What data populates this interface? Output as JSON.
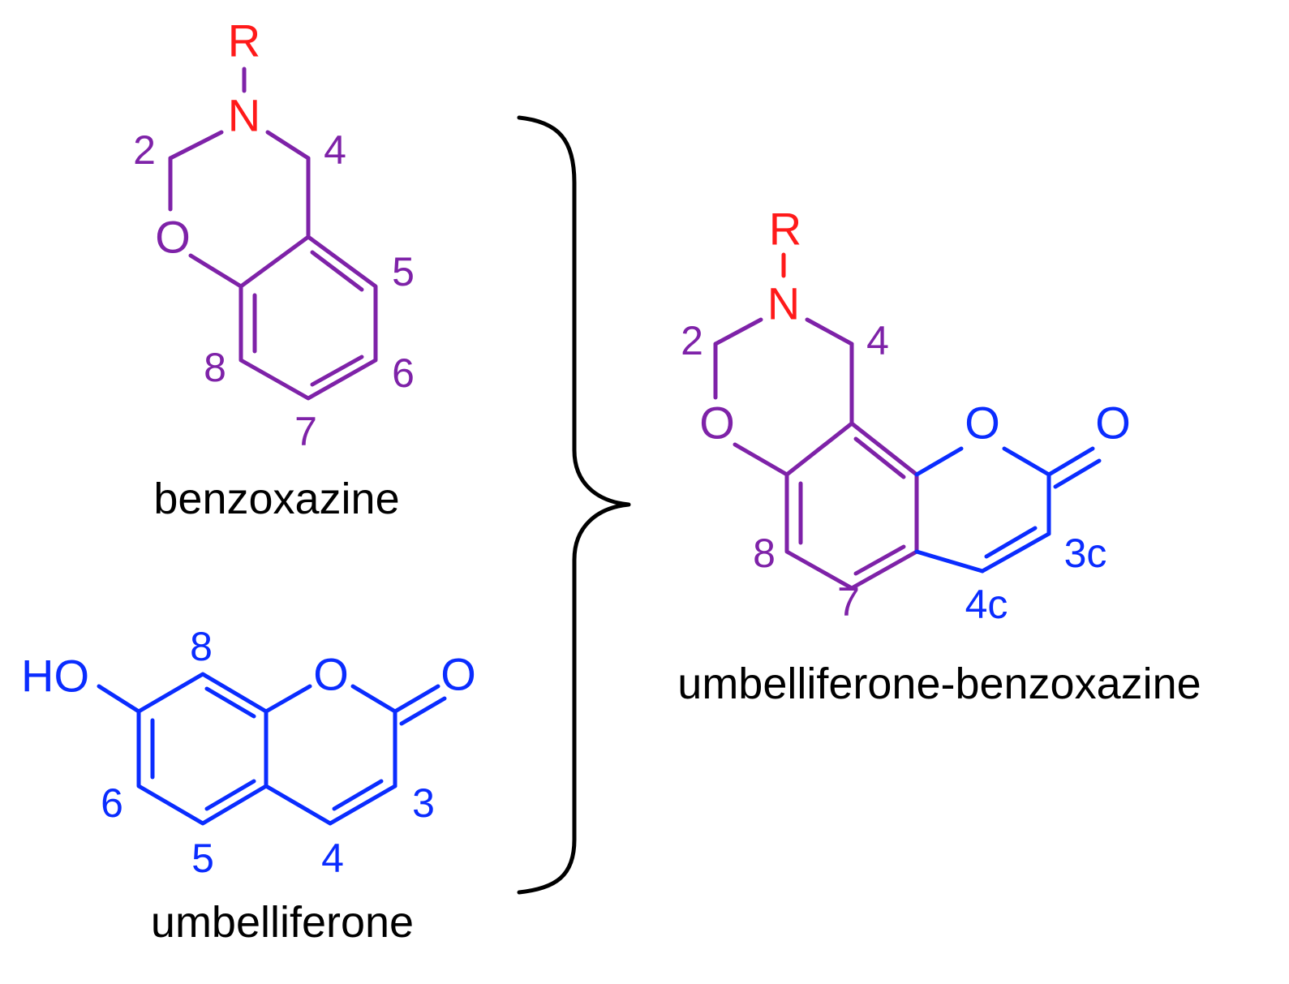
{
  "colors": {
    "benzoxazine": "#7e22a8",
    "umbelliferone": "#0a2cff",
    "substituent": "#ff1a1a",
    "text": "#000000",
    "brace": "#000000"
  },
  "benzoxazine": {
    "caption": "benzoxazine",
    "atoms": {
      "substituent": "R",
      "nitrogen": "N",
      "oxygen": "O"
    },
    "numbers": {
      "n2": "2",
      "n4": "4",
      "n5": "5",
      "n6": "6",
      "n7": "7",
      "n8": "8"
    }
  },
  "umbelliferone": {
    "caption": "umbelliferone",
    "atoms": {
      "hydroxyl": "HO",
      "ring_oxygen": "O",
      "carbonyl_oxygen": "O"
    },
    "numbers": {
      "n3": "3",
      "n4": "4",
      "n5": "5",
      "n6": "6",
      "n8": "8"
    }
  },
  "product": {
    "caption": "umbelliferone-benzoxazine",
    "atoms": {
      "substituent": "R",
      "nitrogen": "N",
      "oxazine_oxygen": "O",
      "ring_oxygen": "O",
      "carbonyl_oxygen": "O"
    },
    "numbers": {
      "n2": "2",
      "n4": "4",
      "n7": "7",
      "n8": "8",
      "n3c": "3c",
      "n4c": "4c"
    }
  }
}
